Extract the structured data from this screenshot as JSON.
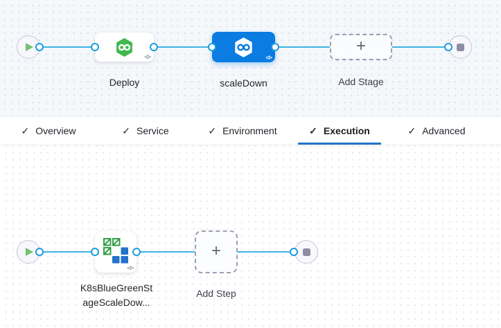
{
  "stage_graph": {
    "start_node": {
      "icon": "play-icon"
    },
    "end_node": {
      "icon": "stop-icon"
    },
    "stages": [
      {
        "label": "Deploy",
        "selected": false,
        "icon": "cd-hexagon-infinity-icon",
        "code_glyph": "</>"
      },
      {
        "label": "scaleDown",
        "selected": true,
        "icon": "cd-hexagon-infinity-icon",
        "code_glyph": "</>"
      }
    ],
    "add_stage": {
      "label": "Add Stage",
      "plus_glyph": "+"
    }
  },
  "tabs": {
    "check_glyph": "✓",
    "items": [
      {
        "label": "Overview",
        "checked": true,
        "active": false
      },
      {
        "label": "Service",
        "checked": true,
        "active": false
      },
      {
        "label": "Environment",
        "checked": true,
        "active": false
      },
      {
        "label": "Execution",
        "checked": true,
        "active": true
      },
      {
        "label": "Advanced",
        "checked": true,
        "active": false
      }
    ]
  },
  "execution_graph": {
    "step": {
      "label_lines": [
        "K8sBlueGreenSt",
        "ageScaleDow..."
      ],
      "icon": "k8s-bluegreen-scaledown-icon",
      "code_glyph": "</>"
    },
    "add_step": {
      "label": "Add Step",
      "plus_glyph": "+"
    }
  },
  "colors": {
    "connector": "#3ab4e4",
    "port_ring": "#1a9bdf",
    "selected_stage": "#0b7ce2",
    "deploy_green": "#3fb84e",
    "k8s_green": "#2f9e44",
    "k8s_blue": "#2472cc",
    "active_tab_underline": "#2372c8",
    "canvas_top_bg": "#f5f8fb",
    "canvas_bottom_bg": "#ffffff"
  }
}
